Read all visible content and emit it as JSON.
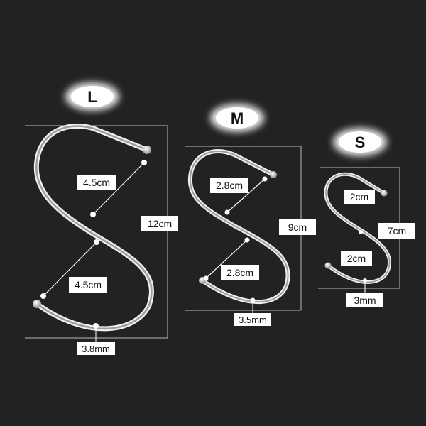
{
  "hooks": {
    "large": {
      "size_label": "L",
      "height": "12cm",
      "upper_gap": "4.5cm",
      "lower_gap": "4.5cm",
      "wire": "3.8mm"
    },
    "medium": {
      "size_label": "M",
      "height": "9cm",
      "upper_gap": "2.8cm",
      "lower_gap": "2.8cm",
      "wire": "3.5mm"
    },
    "small": {
      "size_label": "S",
      "height": "7cm",
      "upper_gap": "2cm",
      "lower_gap": "2cm",
      "wire": "3mm"
    }
  },
  "colors": {
    "background": "#222222",
    "wire": "#cfcfcf",
    "label_bg": "#ffffff",
    "text": "#111111"
  }
}
